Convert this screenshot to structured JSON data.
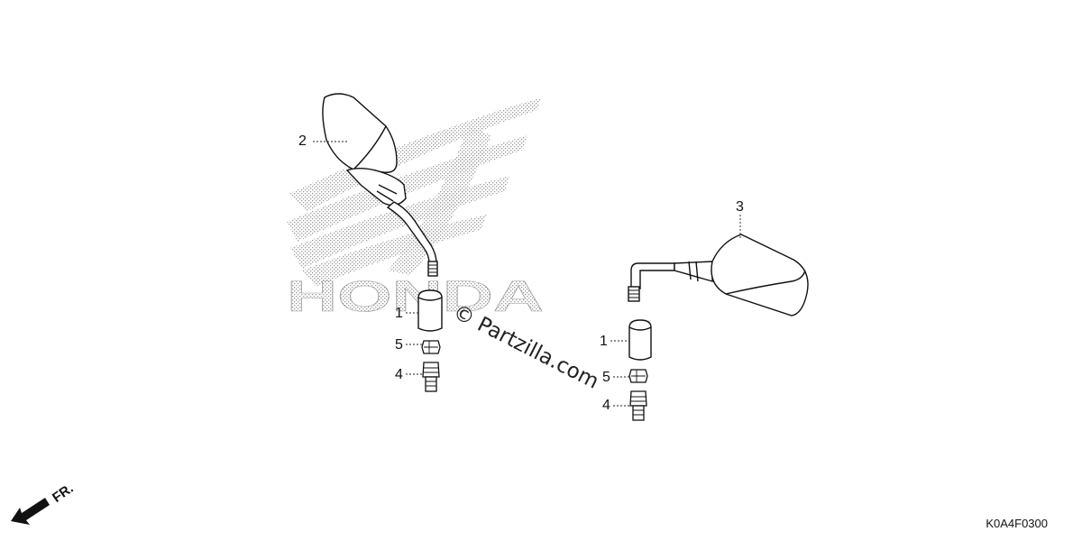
{
  "diagram": {
    "callouts": [
      {
        "id": "c2",
        "label": "2"
      },
      {
        "id": "c3",
        "label": "3"
      },
      {
        "id": "c1a",
        "label": "1"
      },
      {
        "id": "c5a",
        "label": "5"
      },
      {
        "id": "c4a",
        "label": "4"
      },
      {
        "id": "c1b",
        "label": "1"
      },
      {
        "id": "c5b",
        "label": "5"
      },
      {
        "id": "c4b",
        "label": "4"
      }
    ],
    "watermark_text": "© Partzilla.com",
    "background_logo_text": "HONDA",
    "direction_label": "FR.",
    "diagram_code": "K0A4F0300"
  }
}
